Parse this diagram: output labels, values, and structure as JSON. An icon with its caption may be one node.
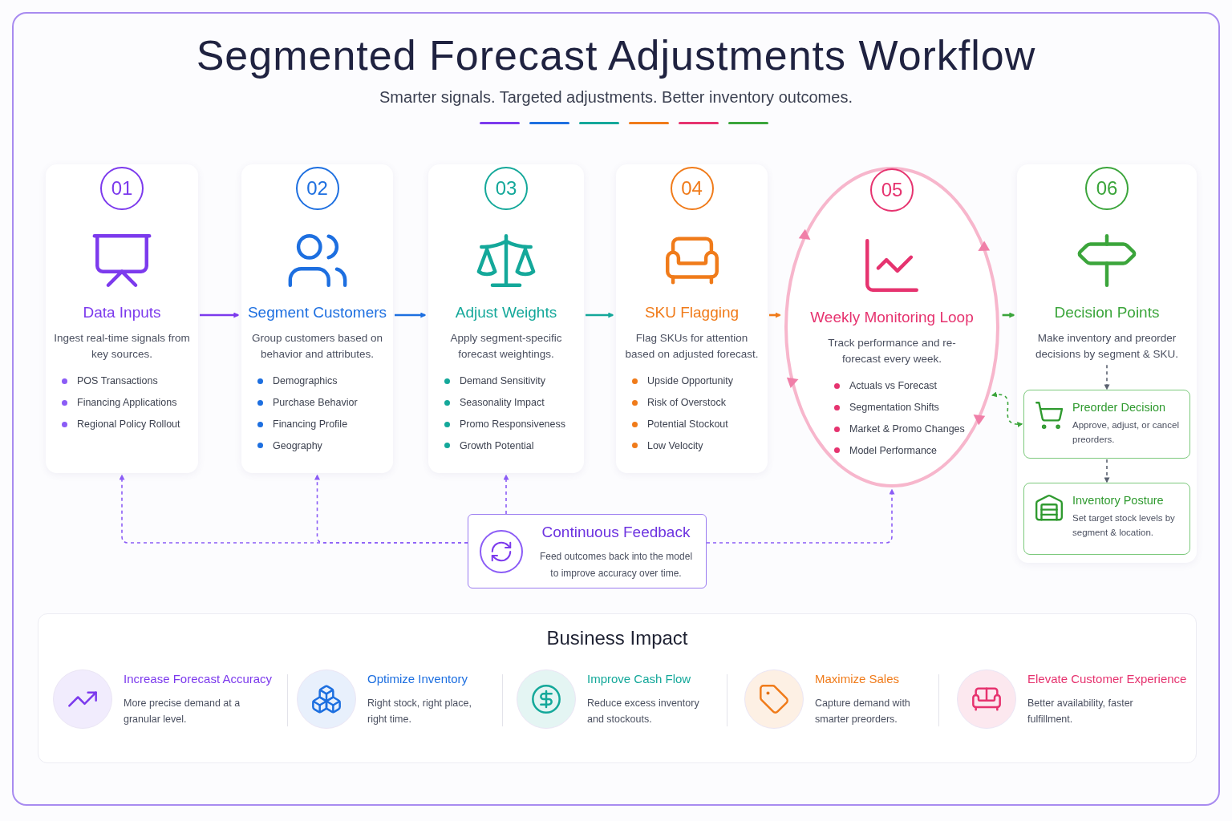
{
  "diagram": {
    "title": "Segmented Forecast Adjustments Workflow",
    "nodes": [
      {
        "text": [
          "01",
          "Data Inputs",
          "Ingest real-time signals from key sources.",
          "POS Transactions",
          "Financing Applications",
          "Regional Policy Rollout"
        ]
      },
      {
        "text": [
          "02",
          "Segment Customers",
          "Group customers based on behavior and attributes.",
          "Demographics",
          "Purchase Behavior",
          "Financing Profile",
          "Geography"
        ]
      },
      {
        "text": [
          "03",
          "Adjust Weights",
          "Apply segment-specific forecast weightings.",
          "Demand Sensitivity",
          "Seasonality Impact",
          "Promo Responsiveness",
          "Growth Potential"
        ]
      },
      {
        "text": [
          "04",
          "SKU Flagging",
          "Flag SKUs for attention based on adjusted forecast.",
          "Upside Opportunity",
          "Risk of Overstock",
          "Potential Stockout",
          "Low Velocity"
        ]
      },
      {
        "text": [
          "05",
          "Weekly Monitoring Loop",
          "Track performance and re-forecast every week.",
          "Actuals vs Forecast",
          "Segmentation Shifts",
          "Market & Promo Changes",
          "Model Performance"
        ]
      },
      {
        "text": [
          "06",
          "Decision Points",
          "Make inventory and preorder decisions by segment & SKU."
        ]
      },
      {
        "text": [
          "Preorder Decision",
          "Approve, adjust, or cancel preorders."
        ]
      },
      {
        "text": [
          "Inventory Posture",
          "Set target stock levels by segment & location."
        ]
      },
      {
        "text": [
          "Continuous Feedback",
          "Feed outcomes back into the model to improve accuracy over time."
        ]
      },
      {
        "text": [
          "Business Impact"
        ]
      },
      {
        "text": [
          "Increase Forecast Accuracy",
          "More precise demand at a granular level."
        ],
        "in": 9
      },
      {
        "text": [
          "Optimize Inventory",
          "Right stock, right place, right time."
        ],
        "in": 9
      },
      {
        "text": [
          "Improve Cash Flow",
          "Reduce excess inventory and stockouts."
        ],
        "in": 9
      },
      {
        "text": [
          "Maximize Sales",
          "Capture demand with smarter preorders."
        ],
        "in": 9
      },
      {
        "text": [
          "Elevate Customer Experience",
          "Better availability, faster fulfillment."
        ],
        "in": 9
      }
    ],
    "edges": [
      {
        "from": 0,
        "to": 1,
        "arrow": "to",
        "color": "#7c3aed"
      },
      {
        "from": 1,
        "to": 2,
        "arrow": "to",
        "color": "#1d6fe0"
      },
      {
        "from": 2,
        "to": 3,
        "arrow": "to",
        "color": "#14a89a"
      },
      {
        "from": 3,
        "to": 4,
        "arrow": "to",
        "color": "#f07b1a"
      },
      {
        "from": 4,
        "to": 5,
        "arrow": "to",
        "color": "#3ba53b"
      },
      {
        "from": 5,
        "to": 6,
        "arrow": "to",
        "style": "dashed",
        "color": "#5b6270"
      },
      {
        "from": 6,
        "to": 7,
        "arrow": "to",
        "style": "dashed",
        "color": "#5b6270"
      },
      {
        "from": 4,
        "to": 6,
        "arrow": "both",
        "style": "dashed",
        "color": "#3ba53b"
      },
      {
        "from": 8,
        "to": 0,
        "arrow": "to",
        "style": "dashed",
        "color": "#8b5cf6"
      },
      {
        "from": 8,
        "to": 1,
        "arrow": "to",
        "style": "dashed",
        "color": "#8b5cf6"
      },
      {
        "from": 8,
        "to": 2,
        "arrow": "to",
        "style": "dashed",
        "color": "#8b5cf6"
      },
      {
        "from": 8,
        "to": 4,
        "arrow": "to",
        "style": "dashed",
        "color": "#8b5cf6"
      }
    ],
    "labels": [
      "Smarter signals. Targeted adjustments. Better inventory outcomes."
    ]
  }
}
